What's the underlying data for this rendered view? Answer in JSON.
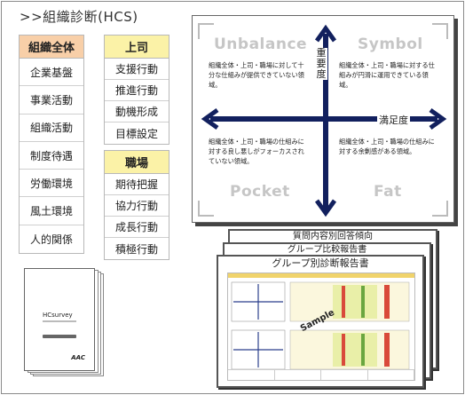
{
  "title": ">>組織診断(HCS)",
  "org_column": {
    "header": "組織全体",
    "items": [
      "企業基盤",
      "事業活動",
      "組織活動",
      "制度待遇",
      "労働環境",
      "風土環境",
      "人的関係"
    ]
  },
  "boss_column": {
    "header": "上司",
    "items": [
      "支援行動",
      "推進行動",
      "動機形成",
      "目標設定"
    ]
  },
  "work_column": {
    "header": "職場",
    "items": [
      "期待把握",
      "協力行動",
      "成長行動",
      "積極行動"
    ]
  },
  "book": {
    "cover_title": "HCsurvey",
    "logo": "AAC"
  },
  "matrix": {
    "axis_vertical": "重要度",
    "axis_horizontal": "満足度",
    "quadrants": {
      "unbalance": {
        "label": "Unbalance",
        "text": "組織全体・上司・職場に対して十分な仕組みが提供できていない領域。"
      },
      "symbol": {
        "label": "Symbol",
        "text": "組織全体・上司・職場に対する仕組みが円滑に運用できている領域。"
      },
      "pocket": {
        "label": "Pocket",
        "text": "組織全体・上司・職場の仕組みに対する良し悪しがフォーカスされていない領域。"
      },
      "fat": {
        "label": "Fat",
        "text": "組織全体・上司・職場の仕組みに対する余剰感がある領域。"
      }
    }
  },
  "reports": {
    "back": "質問内容別回答傾向",
    "middle": "グループ比較報告書",
    "front": "グループ別診断報告書",
    "stamp": "Sample"
  },
  "colors": {
    "org_header": "#f8cfa8",
    "group_header": "#fbf2a7",
    "arrow": "#12205e",
    "quadrant_label": "#c6c6c6"
  }
}
